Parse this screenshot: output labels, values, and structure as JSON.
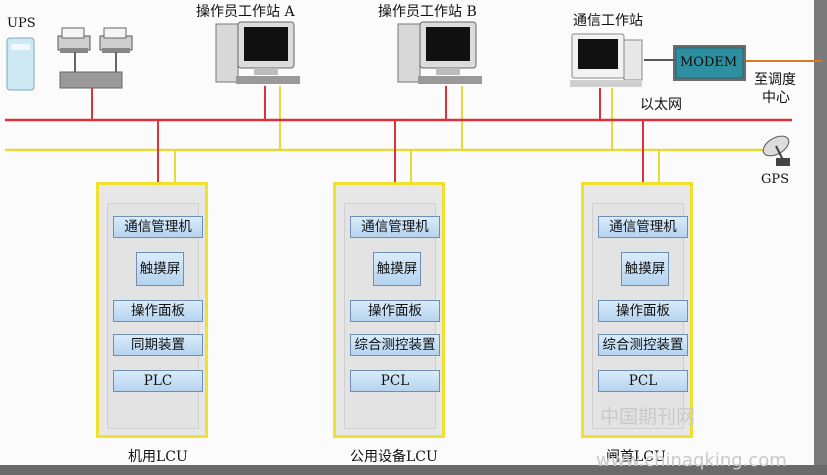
{
  "labels": {
    "ups": "UPS",
    "operator_a": "操作员工作站 A",
    "operator_b": "操作员工作站 B",
    "comm_station": "通信工作站",
    "modem": "MODEM",
    "to_dispatch_1": "至调度",
    "to_dispatch_2": "中心",
    "ethernet": "以太网",
    "gps": "GPS"
  },
  "cabinets": [
    {
      "name": "机用LCU",
      "modules": [
        "通信管理机",
        "触摸屏",
        "操作面板",
        "同期装置",
        "PLC"
      ]
    },
    {
      "name": "公用设备LCU",
      "modules": [
        "通信管理机",
        "触摸屏",
        "操作面板",
        "综合测控装置",
        "PCL"
      ]
    },
    {
      "name": "闸首LCU",
      "modules": [
        "通信管理机",
        "触摸屏",
        "操作面板",
        "综合测控装置",
        "PCL"
      ]
    }
  ],
  "watermark": {
    "cn": "中国期刊网",
    "url": "www.chinaqking.com"
  },
  "colors": {
    "ethernet_line": "#d8323c",
    "gps_line": "#e6da3a",
    "cabinet_border": "#f1e12f",
    "module_fill": "#c6e0f5",
    "modem_fill": "#2e8fa0",
    "dispatch_line": "#e07a20"
  }
}
